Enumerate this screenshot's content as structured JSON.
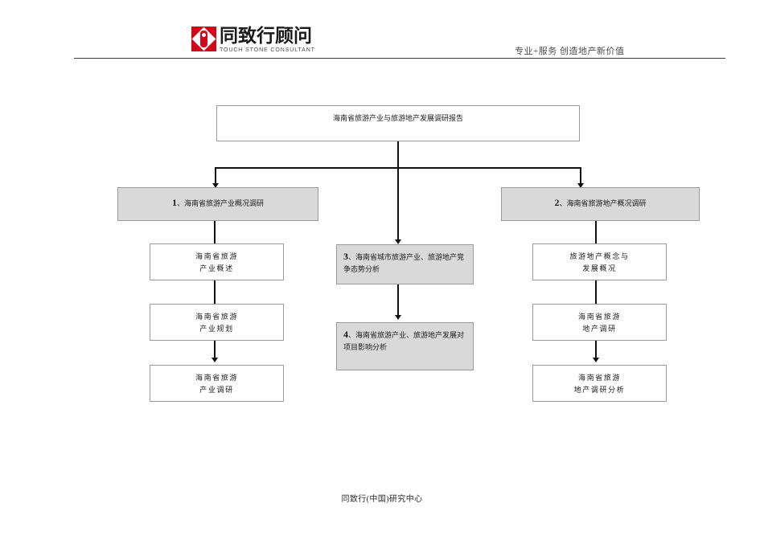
{
  "header": {
    "logo_cn": "同致行顾问",
    "logo_en": "TOUCH STONE CONSULTANT",
    "logo_color": "#d3071a",
    "slogan": "专业+服务  创造地产新价值"
  },
  "diagram": {
    "type": "flowchart",
    "root": {
      "label": "海南省旅游产业与旅游地产发展调研报告",
      "fill": "#ffffff"
    },
    "branches": [
      {
        "id": "branch-1",
        "number": "1",
        "separator": "、",
        "label": "海南省旅游产业概况调研",
        "fill": "#d9d9d9",
        "children": [
          {
            "line1": "海南省旅游",
            "line2": "产业概述"
          },
          {
            "line1": "海南省旅游",
            "line2": "产业规划"
          },
          {
            "line1": "海南省旅游",
            "line2": "产业调研"
          }
        ]
      },
      {
        "id": "branch-2",
        "number": "2",
        "separator": "、",
        "label": "海南省旅游地产概况调研",
        "fill": "#d9d9d9",
        "children": [
          {
            "line1": "旅游地产概念与",
            "line2": "发展概况"
          },
          {
            "line1": "海南省旅游",
            "line2": "地产调研"
          },
          {
            "line1": "海南省旅游",
            "line2": "地产调研分析"
          }
        ]
      }
    ],
    "center_nodes": [
      {
        "id": "node-3",
        "number": "3",
        "separator": "、",
        "label": "海南省城市旅游产业、旅游地产竞争态势分析",
        "fill": "#d9d9d9"
      },
      {
        "id": "node-4",
        "number": "4",
        "separator": "、",
        "label": "海南省旅游产业、旅游地产发展对项目影响分析",
        "fill": "#d9d9d9"
      }
    ]
  },
  "footer": {
    "text": "同致行(中国)研究中心"
  }
}
